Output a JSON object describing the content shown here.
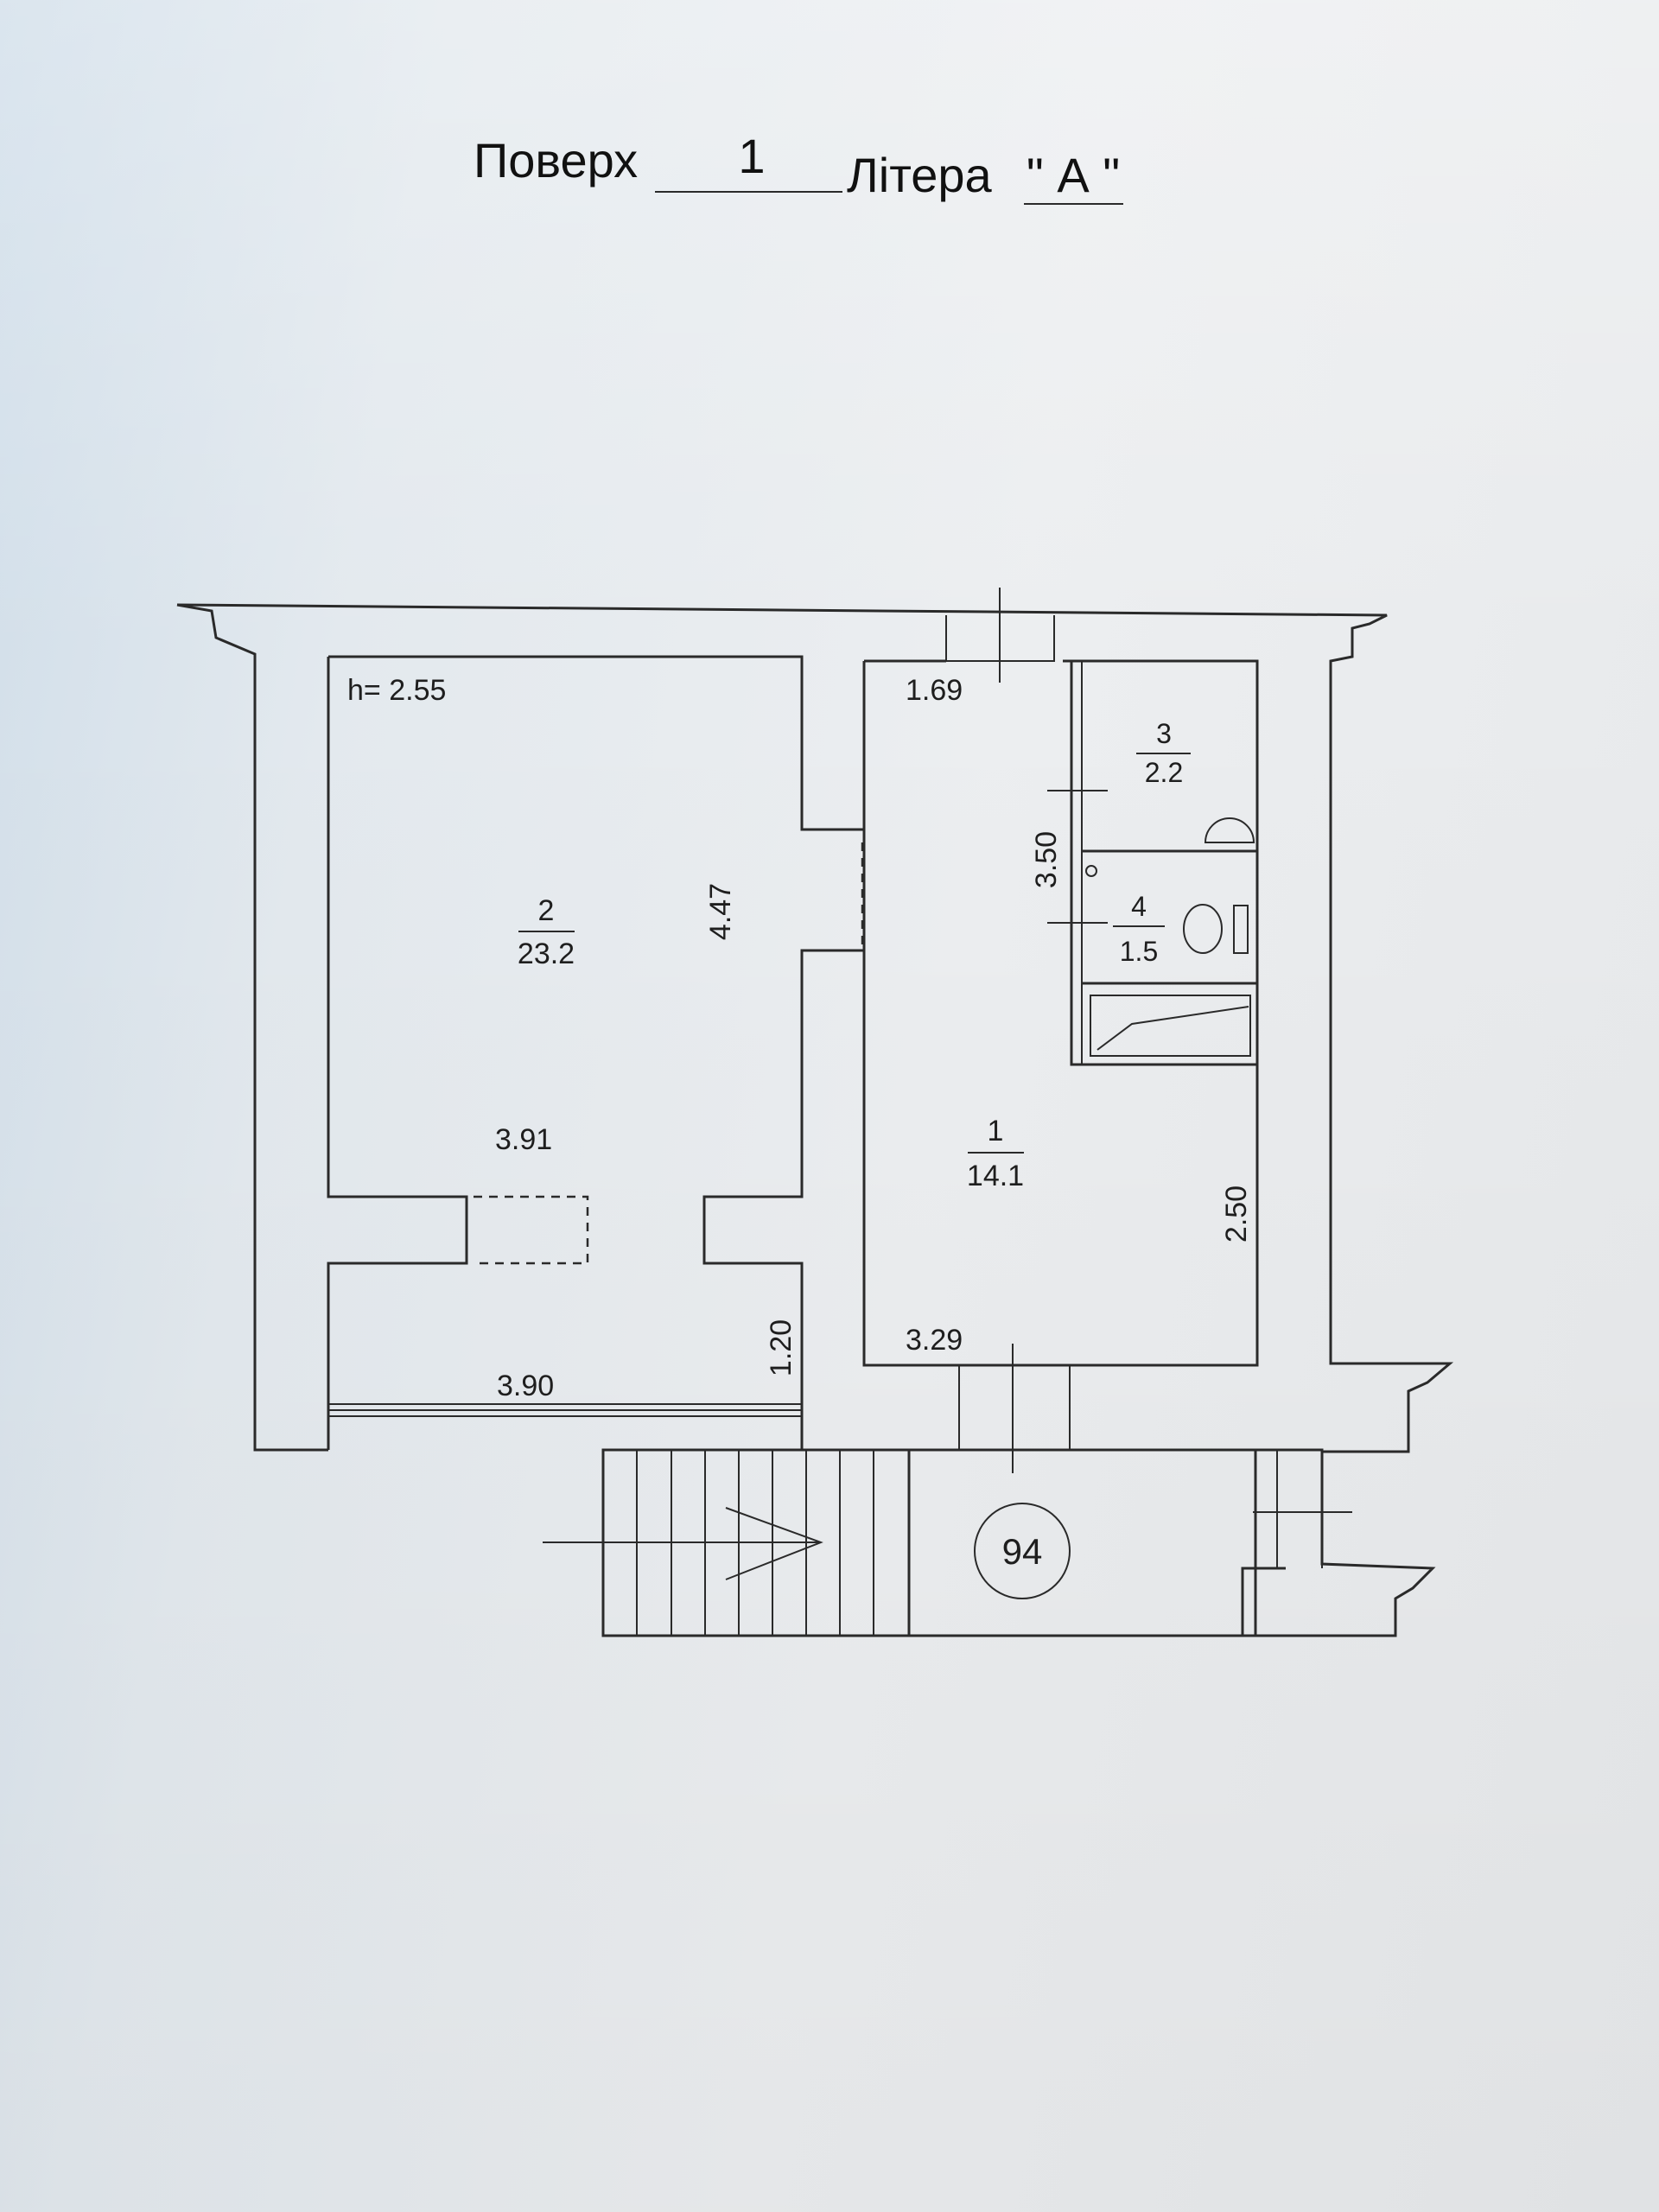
{
  "header": {
    "floor_label": "Поверх",
    "floor_value": "1",
    "letter_label": "Літера",
    "letter_value": "\" А \""
  },
  "plan": {
    "ceiling_height": "h= 2.55",
    "rooms": [
      {
        "number": "1",
        "area": "14.1"
      },
      {
        "number": "2",
        "area": "23.2"
      },
      {
        "number": "3",
        "area": "2.2"
      },
      {
        "number": "4",
        "area": "1.5"
      }
    ],
    "dimensions": {
      "d_169": "1.69",
      "d_447": "4.47",
      "d_350": "3.50",
      "d_391": "3.91",
      "d_250": "2.50",
      "d_120": "1.20",
      "d_329": "3.29",
      "d_390": "3.90"
    },
    "building_number": "94"
  }
}
